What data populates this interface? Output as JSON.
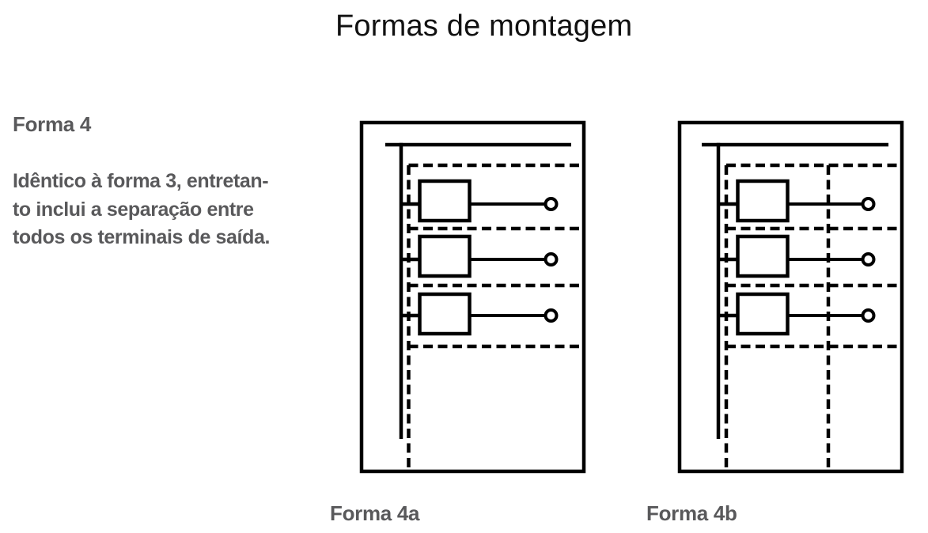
{
  "title": "Formas de montagem",
  "left_panel": {
    "heading": "Forma 4",
    "description_lines": [
      "Idêntico à forma 3, entretan-",
      "to inclui a separação entre",
      "todos os terminais de saída."
    ]
  },
  "figures": {
    "a": {
      "label": "Forma 4a"
    },
    "b": {
      "label": "Forma 4b"
    }
  },
  "colors": {
    "background": "#ffffff",
    "diagram_line": "#000000",
    "body_text": "#59595b",
    "title_text": "#111111"
  }
}
